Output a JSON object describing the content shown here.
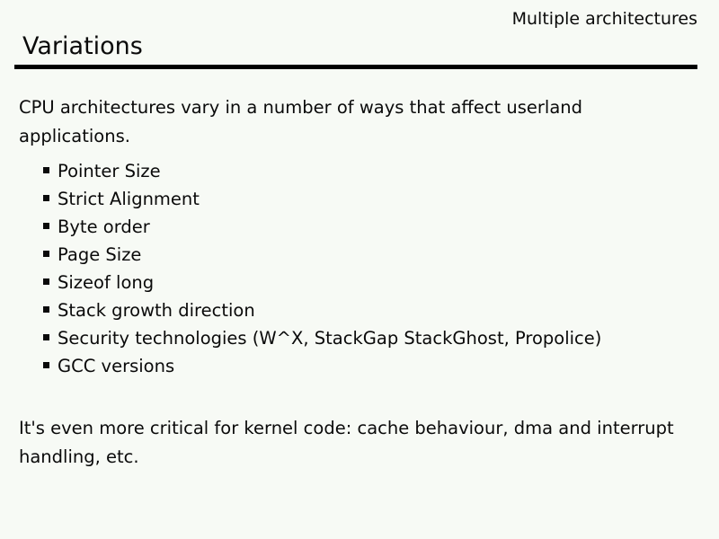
{
  "slide": {
    "header_right": "Multiple architectures",
    "title": "Variations",
    "intro_lines": [
      "CPU architectures vary in a number of ways that affect userland",
      "applications."
    ],
    "bullets": [
      "Pointer Size",
      "Strict Alignment",
      "Byte order",
      "Page Size",
      "Sizeof long",
      "Stack growth direction",
      "Security technologies (W^X, StackGap StackGhost, Propolice)",
      "GCC versions"
    ],
    "footer_lines": [
      "It's even more critical for kernel code: cache behaviour, dma and interrupt",
      "handling, etc."
    ],
    "colors": {
      "background": "#f7faf5",
      "text": "#0a0a0a",
      "rule": "#000000"
    }
  }
}
